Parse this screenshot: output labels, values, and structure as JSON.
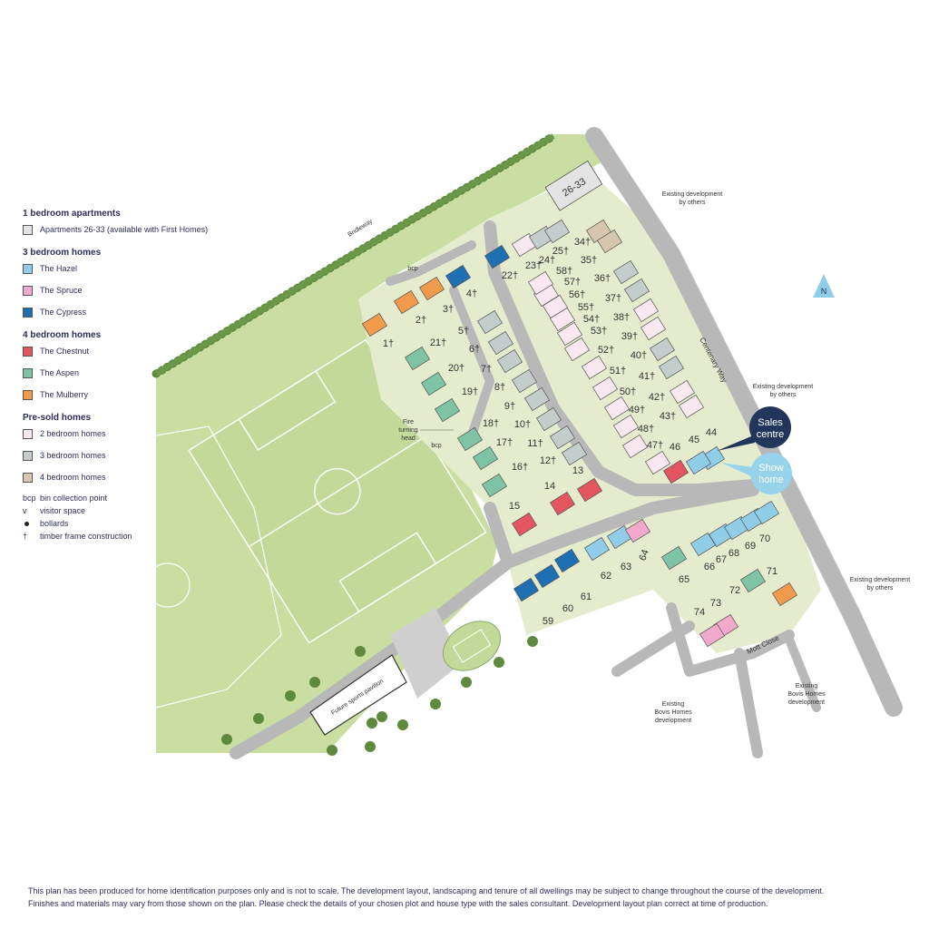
{
  "legend": {
    "apartments_heading": "1 bedroom apartments",
    "apartments_item": "Apartments 26-33 (available with First Homes)",
    "three_bed_heading": "3 bedroom homes",
    "hazel": "The Hazel",
    "spruce": "The Spruce",
    "cypress": "The Cypress",
    "four_bed_heading": "4 bedroom homes",
    "chestnut": "The Chestnut",
    "aspen": "The Aspen",
    "mulberry": "The Mulberry",
    "presold_heading": "Pre-sold homes",
    "presold_2": "2 bedroom homes",
    "presold_3": "3 bedroom homes",
    "presold_4": "4 bedroom homes",
    "bcp_sym": "bcp",
    "bcp": "bin collection point",
    "v_sym": "v",
    "visitor": "visitor space",
    "bollards": "bollards",
    "dagger_sym": "†",
    "timber": "timber frame construction"
  },
  "colors": {
    "hazel": "#8fcde9",
    "spruce": "#f2a9cb",
    "cypress": "#1f6fb3",
    "chestnut": "#e35561",
    "aspen": "#7ec3a3",
    "mulberry": "#f09a4c",
    "presold_2": "#f9e8ef",
    "presold_3": "#c4cdcc",
    "presold_4": "#d6c6ae",
    "apartments": "#e3e3e3",
    "field": "#c9dea0",
    "pitch": "#c2d999",
    "garden": "#e4eccd",
    "road": "#b8b8b8",
    "hedge": "#5d8a3c",
    "sales_centre": "#21365a",
    "show_home": "#98d3ec",
    "north_marker": "#8fcde9"
  },
  "map": {
    "bridleway": "Bridleway",
    "centenary_way": "Centenary Way",
    "mott_close": "Mott Close",
    "existing_dev_1a": "Existing development",
    "existing_dev_1b": "by others",
    "existing_dev_2a": "Existing development",
    "existing_dev_2b": "by others",
    "existing_dev_3a": "Existing development",
    "existing_dev_3b": "by others",
    "bovis_1a": "Existing",
    "bovis_1b": "Bovis Homes",
    "bovis_1c": "development",
    "bovis_2a": "Existing",
    "bovis_2b": "Bovis Homes",
    "bovis_2c": "development",
    "fire_a": "Fire",
    "fire_b": "turning",
    "fire_c": "head",
    "bcp_1": "bcp",
    "bcp_2": "bcp",
    "pavilion": "Future sports pavilion",
    "sales_a": "Sales",
    "sales_b": "centre",
    "show_a": "Show",
    "show_b": "home",
    "north": "N",
    "apartments_label": "26-33"
  },
  "plots": [
    {
      "n": "1†",
      "t": "mulberry"
    },
    {
      "n": "2†",
      "t": "mulberry"
    },
    {
      "n": "3†",
      "t": "mulberry"
    },
    {
      "n": "4†",
      "t": "cypress"
    },
    {
      "n": "5†",
      "t": "presold_3"
    },
    {
      "n": "6†",
      "t": "presold_3"
    },
    {
      "n": "7†",
      "t": "presold_3"
    },
    {
      "n": "8†",
      "t": "presold_3"
    },
    {
      "n": "9†",
      "t": "presold_3"
    },
    {
      "n": "10†",
      "t": "presold_3"
    },
    {
      "n": "11†",
      "t": "presold_3"
    },
    {
      "n": "12†",
      "t": "presold_3"
    },
    {
      "n": "13",
      "t": "chestnut"
    },
    {
      "n": "14",
      "t": "chestnut"
    },
    {
      "n": "15",
      "t": "chestnut"
    },
    {
      "n": "16†",
      "t": "aspen"
    },
    {
      "n": "17†",
      "t": "aspen"
    },
    {
      "n": "18†",
      "t": "aspen"
    },
    {
      "n": "19†",
      "t": "aspen"
    },
    {
      "n": "20†",
      "t": "aspen"
    },
    {
      "n": "21†",
      "t": "aspen"
    },
    {
      "n": "22†",
      "t": "cypress"
    },
    {
      "n": "23†",
      "t": "presold_2"
    },
    {
      "n": "24†",
      "t": "presold_3"
    },
    {
      "n": "25†",
      "t": "presold_3"
    },
    {
      "n": "34†",
      "t": "presold_4"
    },
    {
      "n": "35†",
      "t": "presold_4"
    },
    {
      "n": "36†",
      "t": "presold_3"
    },
    {
      "n": "37†",
      "t": "presold_3"
    },
    {
      "n": "38†",
      "t": "presold_2"
    },
    {
      "n": "39†",
      "t": "presold_2"
    },
    {
      "n": "40†",
      "t": "presold_3"
    },
    {
      "n": "41†",
      "t": "presold_3"
    },
    {
      "n": "42†",
      "t": "presold_2"
    },
    {
      "n": "43†",
      "t": "presold_2"
    },
    {
      "n": "44",
      "t": "hazel"
    },
    {
      "n": "45",
      "t": "hazel"
    },
    {
      "n": "46",
      "t": "chestnut"
    },
    {
      "n": "47†",
      "t": "presold_2"
    },
    {
      "n": "48†",
      "t": "presold_2"
    },
    {
      "n": "49†",
      "t": "presold_2"
    },
    {
      "n": "50†",
      "t": "presold_2"
    },
    {
      "n": "51†",
      "t": "presold_2"
    },
    {
      "n": "52†",
      "t": "presold_2"
    },
    {
      "n": "53†",
      "t": "presold_2"
    },
    {
      "n": "54†",
      "t": "presold_2"
    },
    {
      "n": "55†",
      "t": "presold_2"
    },
    {
      "n": "56†",
      "t": "presold_2"
    },
    {
      "n": "57†",
      "t": "presold_2"
    },
    {
      "n": "58†",
      "t": "presold_2"
    },
    {
      "n": "59",
      "t": "cypress"
    },
    {
      "n": "60",
      "t": "cypress"
    },
    {
      "n": "61",
      "t": "cypress"
    },
    {
      "n": "62",
      "t": "hazel"
    },
    {
      "n": "63",
      "t": "hazel"
    },
    {
      "n": "64",
      "t": "spruce"
    },
    {
      "n": "65",
      "t": "aspen"
    },
    {
      "n": "66",
      "t": "hazel"
    },
    {
      "n": "67",
      "t": "hazel"
    },
    {
      "n": "68",
      "t": "hazel"
    },
    {
      "n": "69",
      "t": "hazel"
    },
    {
      "n": "70",
      "t": "hazel"
    },
    {
      "n": "71",
      "t": "mulberry"
    },
    {
      "n": "72",
      "t": "aspen"
    },
    {
      "n": "73",
      "t": "spruce"
    },
    {
      "n": "74",
      "t": "spruce"
    }
  ],
  "disclaimer": {
    "line1": "This plan has been produced for home identification purposes only and is not to scale. The development layout, landscaping and tenure of all dwellings may be subject to change throughout the course of the development.",
    "line2": "Finishes and materials may vary from those shown on the plan. Please check the details of your chosen plot and house type with the sales consultant. Development layout plan correct at time of production."
  }
}
